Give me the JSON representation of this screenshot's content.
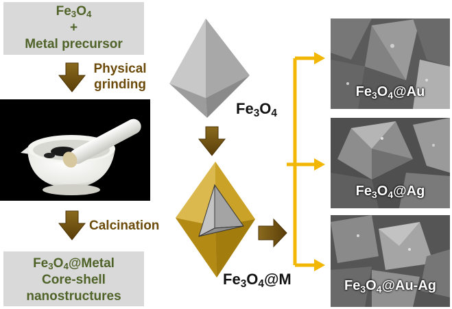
{
  "top_box": {
    "line1": "Fe3O4",
    "line2": "+",
    "line3": "Metal precursor"
  },
  "step_grinding": {
    "line1": "Physical",
    "line2": "grinding"
  },
  "step_calcination": "Calcination",
  "bottom_box": {
    "line1": "Fe3O4@Metal",
    "line2": "Core-shell",
    "line3": "nanostructures"
  },
  "octahedron_label": "Fe3O4",
  "coreshell_label": "Fe3O4@M",
  "products": [
    {
      "label": "Fe3O4@Au"
    },
    {
      "label": "Fe3O4@Ag"
    },
    {
      "label": "Fe3O4@Au-Ag"
    }
  ],
  "colors": {
    "box_bg": "#d9d9d9",
    "box_text": "#4f6228",
    "arrow_brown": "#6b4a0a",
    "shell_gold": "#c9a227",
    "branch_gold": "#f2b705",
    "octahedron_gray": "#b0b0b0"
  }
}
